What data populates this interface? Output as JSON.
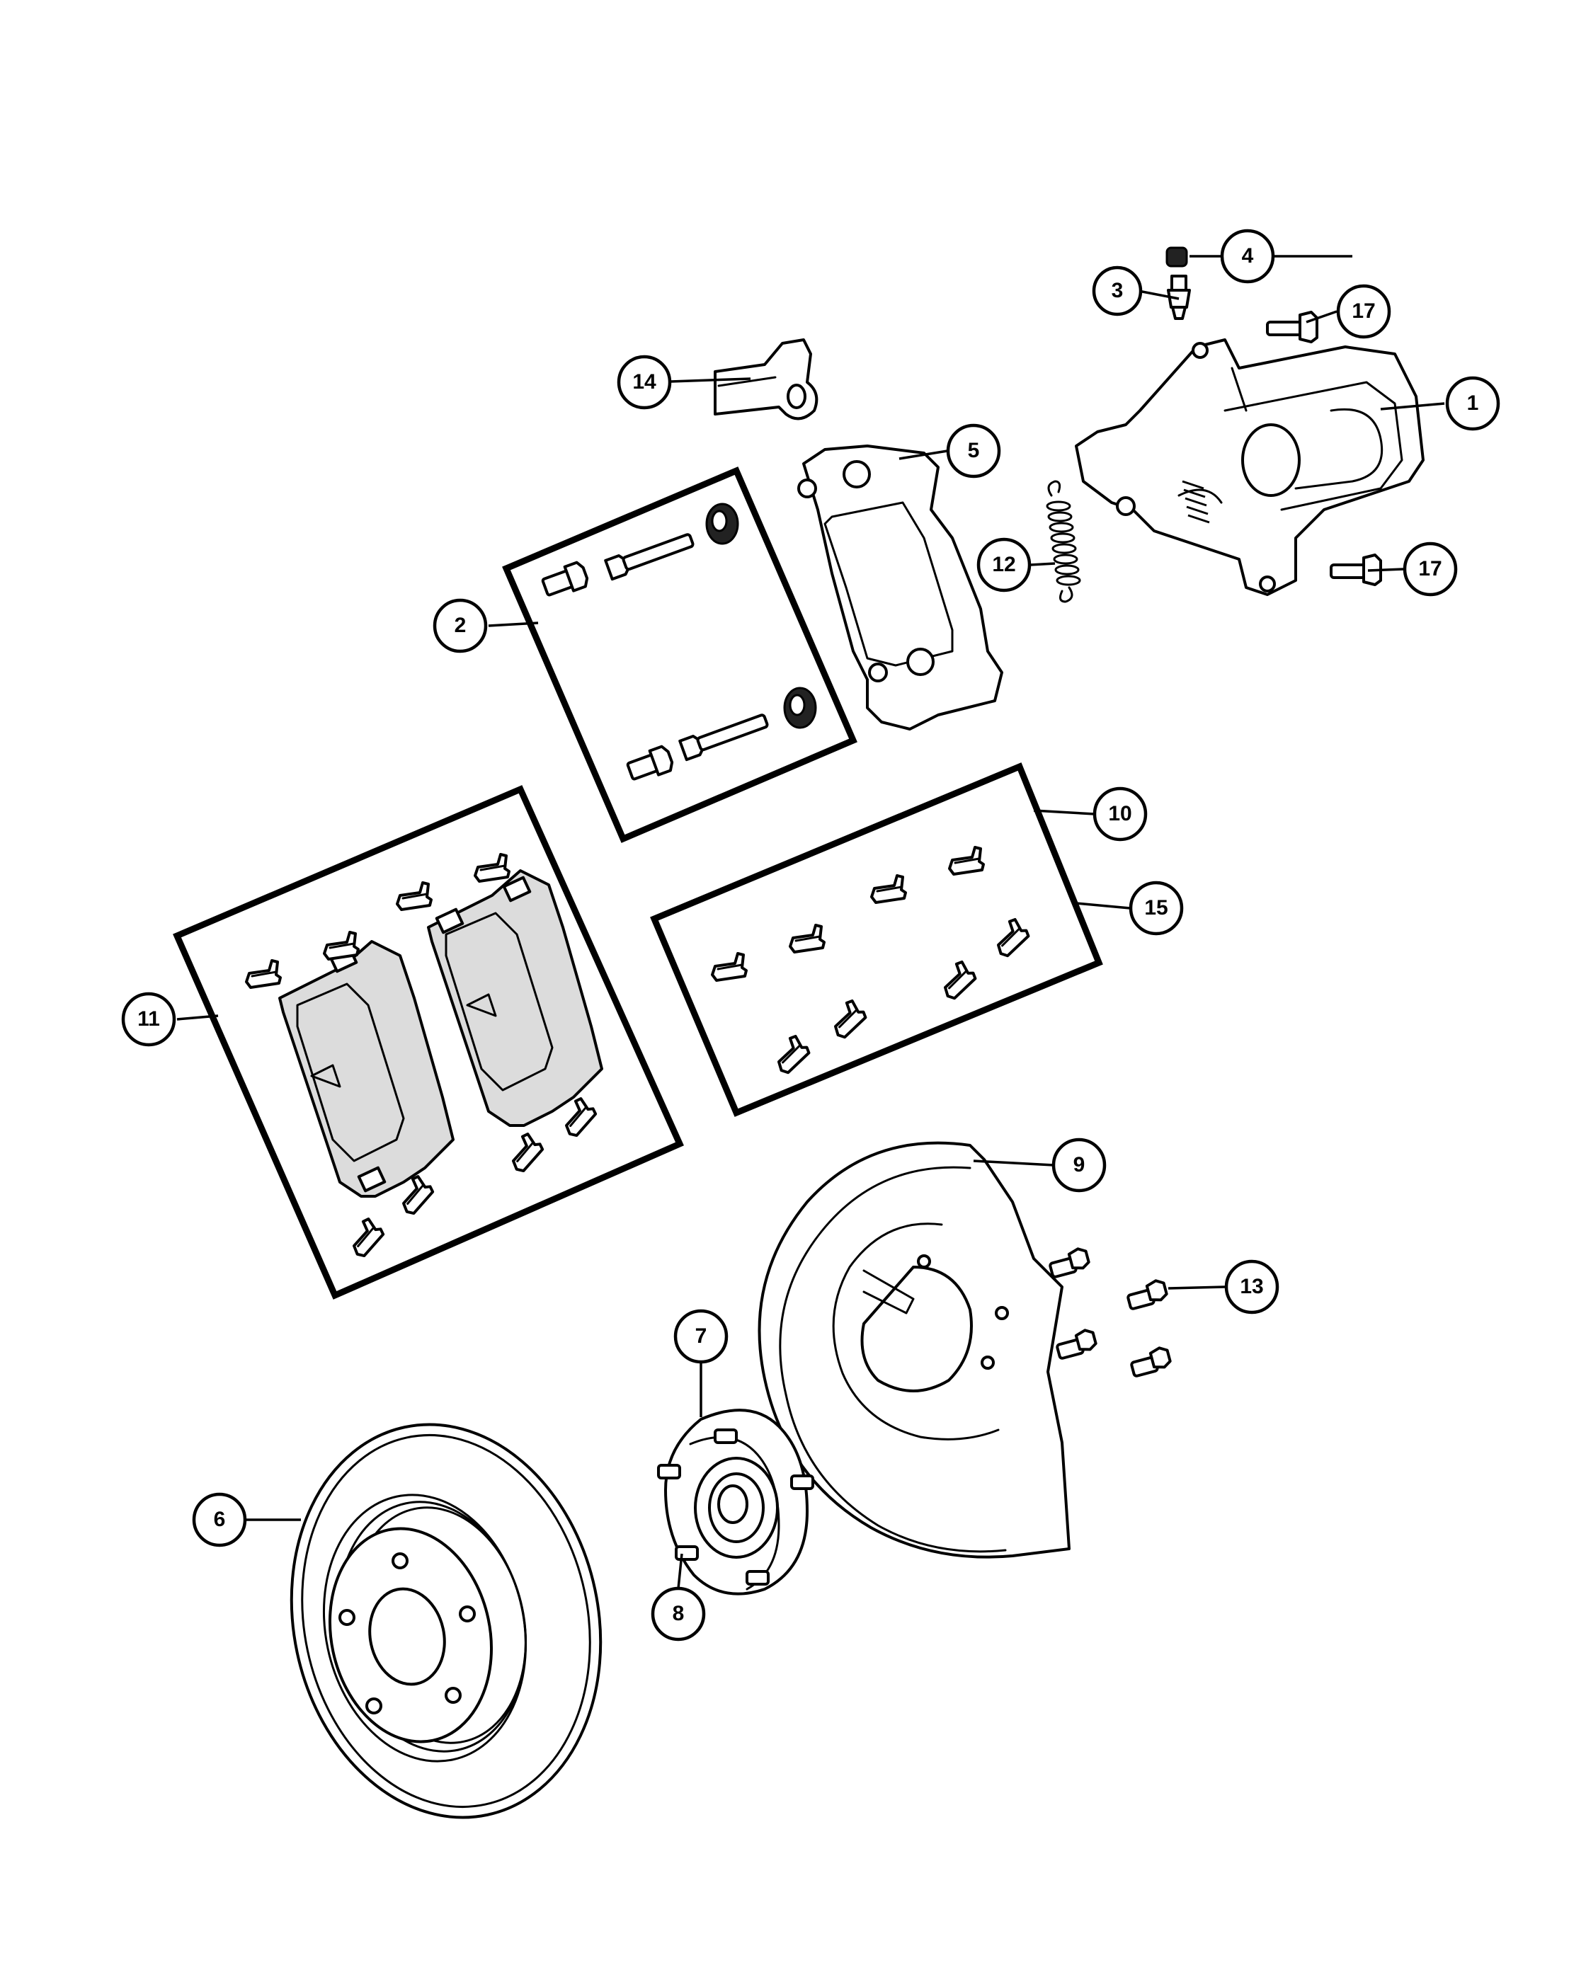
{
  "callouts": [
    {
      "id": "c1",
      "label": "1"
    },
    {
      "id": "c2",
      "label": "2"
    },
    {
      "id": "c3",
      "label": "3"
    },
    {
      "id": "c4",
      "label": "4"
    },
    {
      "id": "c5",
      "label": "5"
    },
    {
      "id": "c6",
      "label": "6"
    },
    {
      "id": "c7",
      "label": "7"
    },
    {
      "id": "c8",
      "label": "8"
    },
    {
      "id": "c9",
      "label": "9"
    },
    {
      "id": "c10",
      "label": "10"
    },
    {
      "id": "c11",
      "label": "11"
    },
    {
      "id": "c12",
      "label": "12"
    },
    {
      "id": "c13",
      "label": "13"
    },
    {
      "id": "c14",
      "label": "14"
    },
    {
      "id": "c15",
      "label": "15"
    },
    {
      "id": "c17a",
      "label": "17"
    },
    {
      "id": "c17b",
      "label": "17"
    }
  ]
}
